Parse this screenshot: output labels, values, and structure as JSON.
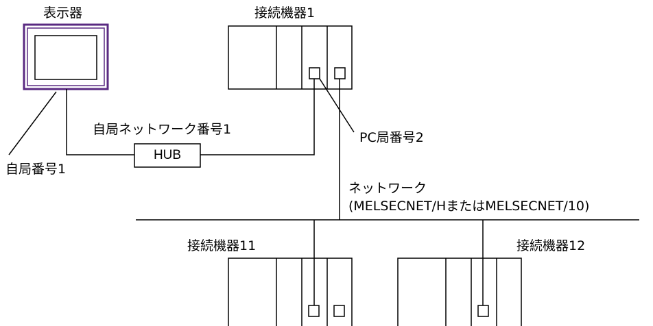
{
  "labels": {
    "display": "表示器",
    "device1": "接続機器1",
    "own_network": "自局ネットワーク番号1",
    "pc_station": "PC局番号2",
    "hub": "HUB",
    "own_station": "自局番号1",
    "network": "ネットワーク",
    "network_type": "(MELSECNET/HまたはMELSECNET/10)",
    "device11": "接続機器11",
    "device12": "接続機器12"
  },
  "colors": {
    "line": "#000000",
    "display_frame": "#5a2a82"
  }
}
